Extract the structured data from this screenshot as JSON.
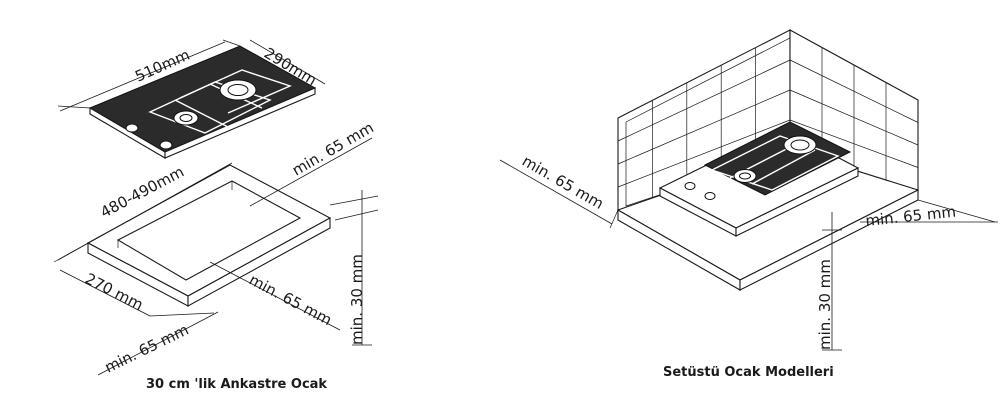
{
  "left_figure": {
    "caption": "30 cm 'lik Ankastre Ocak",
    "dim_width": "510mm",
    "dim_depth": "290mm",
    "dim_cutout_width": "480-490mm",
    "dim_cutout_depth": "270 mm",
    "dim_min_front": "min. 65 mm",
    "dim_min_back": "min. 65 mm",
    "dim_min_side": "min. 65 mm",
    "dim_min_bottom": "min. 30 mm"
  },
  "right_figure": {
    "caption": "Setüstü Ocak Modelleri",
    "dim_min_left": "min. 65 mm",
    "dim_min_right": "min. 65 mm",
    "dim_min_bottom": "min. 30 mm"
  }
}
